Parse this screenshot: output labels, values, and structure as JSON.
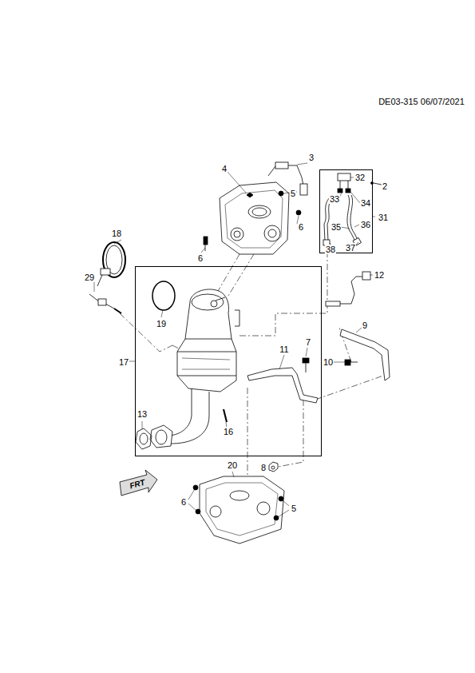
{
  "diagram": {
    "nodes": [
      {
        "text": [
          "17"
        ]
      },
      {
        "text": [
          "31"
        ]
      }
    ],
    "labels": [
      "DE03-315 06/07/2021",
      "3",
      "4",
      "5",
      "6",
      "6",
      "2",
      "32",
      "33",
      "34",
      "35",
      "36",
      "37",
      "38",
      "18",
      "29",
      "19",
      "12",
      "9",
      "11",
      "7",
      "10",
      "13",
      "16",
      "20",
      "8",
      "6",
      "5",
      "FRT"
    ]
  }
}
